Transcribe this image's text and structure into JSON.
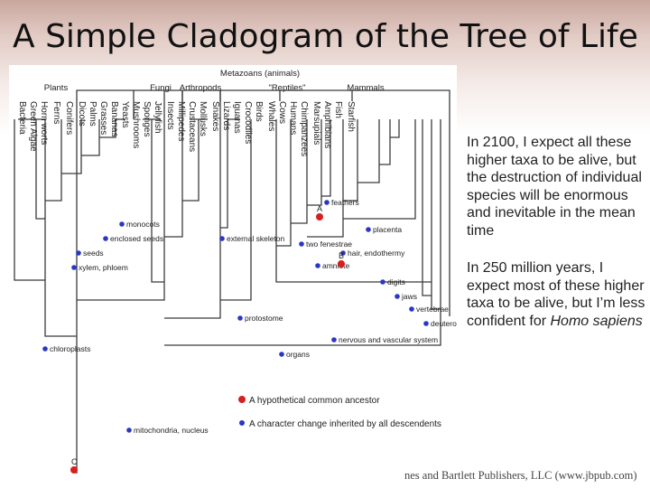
{
  "slide": {
    "title": "A Simple Cladogram of the Tree of Life",
    "paragraph1": "In 2100, I expect all these higher taxa to be alive, but the destruction of individual species will be enormous and inevitable in the mean time",
    "paragraph2_main": "In 250 million years, I expect most of these higher taxa to be alive, but I’m less confident for ",
    "paragraph2_italic": "Homo sapiens",
    "credit": "nes and Bartlett Publishers, LLC (www.jbpub.com)"
  },
  "cladogram": {
    "group_labels": [
      "Metazoans (animals)",
      "Plants",
      "Fungi",
      "Arthropods",
      "\"Reptiles\"",
      "Mammals"
    ],
    "taxa": [
      "Bacteria",
      "Green Algae",
      "Horn worts",
      "Ferns",
      "Conifers",
      "Dicots",
      "Palms",
      "Grasses",
      "Bananas",
      "Yeasts",
      "Mushrooms",
      "Sponges",
      "Jellyfish",
      "Insects",
      "Millipedes",
      "Crustaceans",
      "Mollusks",
      "Snakes",
      "Lizards",
      "Iguanas",
      "Crocodiles",
      "Birds",
      "Whales",
      "Cows",
      "Humans",
      "Chimpanzees",
      "Marsupials",
      "Amphibians",
      "Fish",
      "Starfish"
    ],
    "characters": [
      "monocots",
      "enclosed seeds",
      "seeds",
      "xylem, phloem",
      "chloroplasts",
      "mitochondria, nucleus",
      "external skeleton",
      "protostome",
      "feathers",
      "two fenestrae",
      "placenta",
      "hair, endothermy",
      "amniote",
      "digits",
      "jaws",
      "vertebrae",
      "deuterostome",
      "nervous and vascular system",
      "organs"
    ],
    "node_letters": [
      "A",
      "B",
      "C"
    ],
    "legend": {
      "ancestor": "A hypothetical common ancestor",
      "change": "A character change inherited by all descendents"
    },
    "colors": {
      "character_dot": "#2a36c4",
      "ancestor_dot": "#d81e1e",
      "line": "#3b3b3b"
    }
  }
}
